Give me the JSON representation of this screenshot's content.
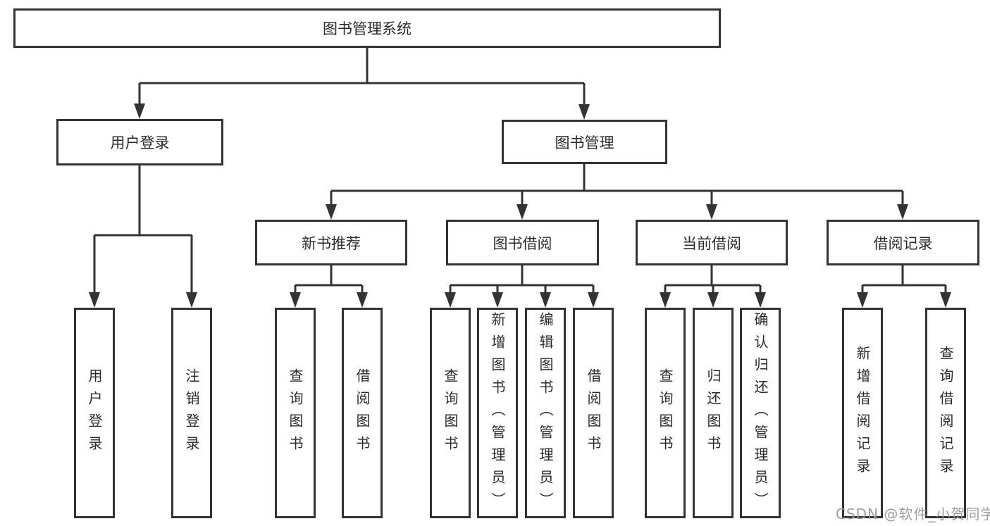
{
  "root_label": "图书管理系统",
  "level2": {
    "user_login": "用户登录",
    "book_mgmt": "图书管理"
  },
  "level3": {
    "new_books": "新书推荐",
    "borrowing": "图书借阅",
    "current": "当前借阅",
    "records": "借阅记录"
  },
  "leaves": {
    "user_login": [
      "用户登录",
      "注销登录"
    ],
    "new_books": [
      "查询图书",
      "借阅图书"
    ],
    "borrowing": [
      "查询图书",
      "新增图书（管理员）",
      "编辑图书（管理员）",
      "借阅图书"
    ],
    "current": [
      "查询图书",
      "归还图书",
      "确认归还（管理员）"
    ],
    "records": [
      "新增借阅记录",
      "查询借阅记录"
    ]
  },
  "watermark": "CSDN @软件_小贺同学",
  "colors": {
    "line": "#333333",
    "text": "#2a2a2a",
    "watermark": "#989898",
    "background": "#ffffff"
  }
}
